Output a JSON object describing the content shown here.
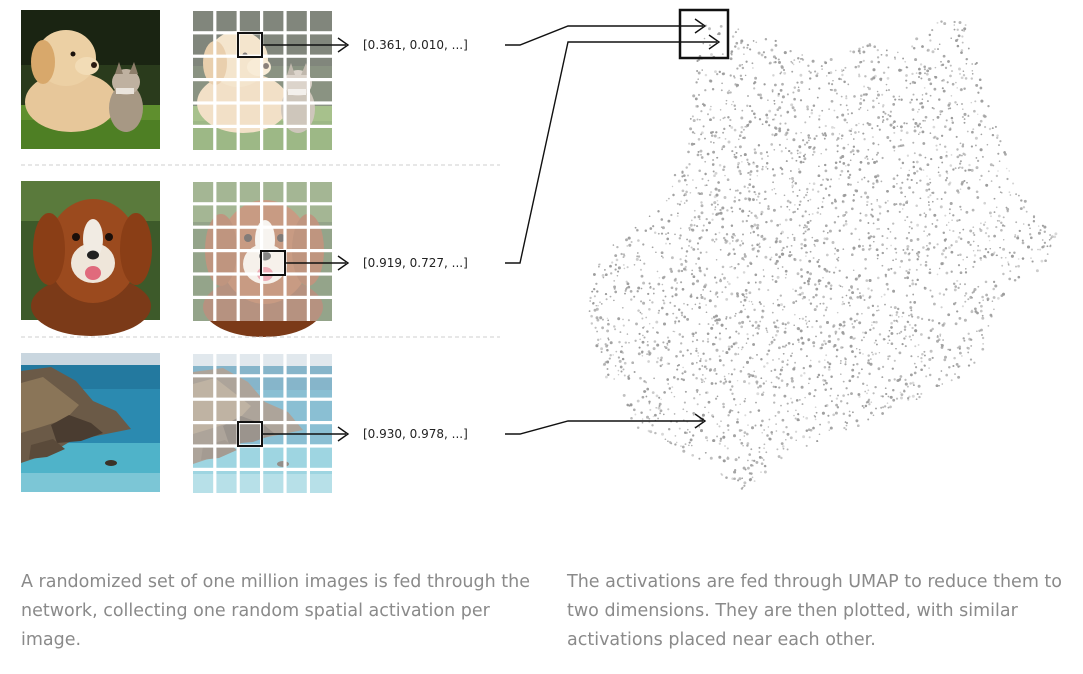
{
  "rows": [
    {
      "photo": "puppy-and-kitten-photo",
      "vector_text": "[0.361, 0.010, ...]"
    },
    {
      "photo": "fluffy-dog-photo",
      "vector_text": "[0.919, 0.727, ...]"
    },
    {
      "photo": "rocky-coastline-photo",
      "vector_text": "[0.930, 0.978, ...]"
    }
  ],
  "captions": {
    "left": "A randomized set of one million images is fed through the network, collecting one random spatial activation per image.",
    "right": "The activations are fed through UMAP to reduce them to two dimensions. They are then plotted, with similar activations placed near each other."
  },
  "colors": {
    "scatter_point": "#9a9a9a",
    "line": "#111111",
    "divider": "#cccccc"
  }
}
